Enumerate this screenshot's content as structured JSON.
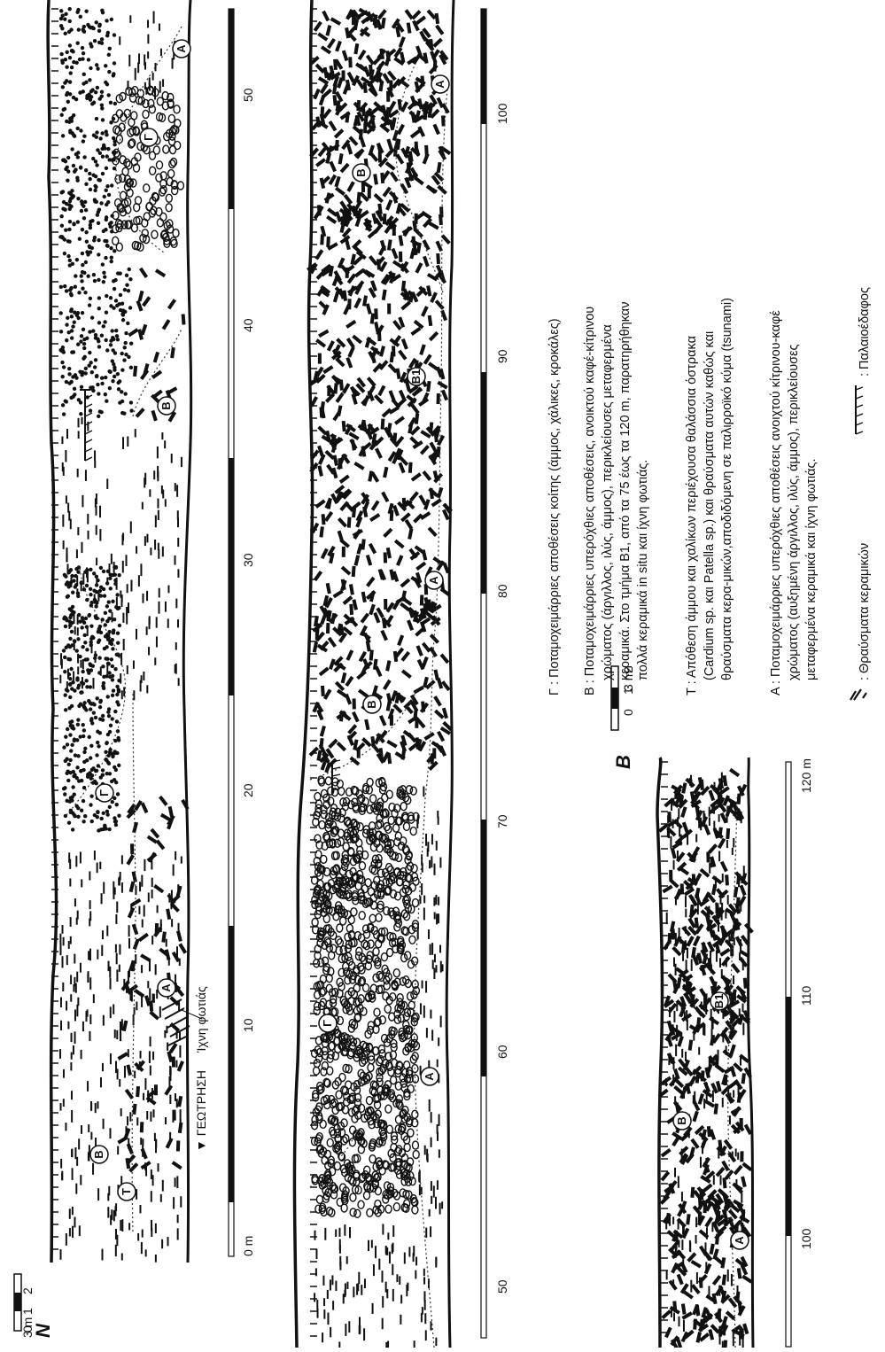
{
  "figure": {
    "panel_labels": {
      "north": "N",
      "b": "B"
    },
    "scale": {
      "vertical_top": {
        "unit_label": "3 m",
        "ticks": [
          "2",
          "1",
          "0"
        ]
      },
      "vertical_b": {
        "unit_label": "3 m",
        "ticks": [
          "2",
          "1",
          "0"
        ]
      }
    },
    "section_1": {
      "distance_ticks": [
        "0 m",
        "10",
        "20",
        "30",
        "40",
        "50"
      ],
      "annotations": {
        "sampling": "▼ ΓΕΩΤΡΗΣΗ",
        "fire": "Ίχνη φωτιάς"
      },
      "unit_markers": [
        {
          "code": "Τ"
        },
        {
          "code": "Β"
        },
        {
          "code": "Α"
        },
        {
          "code": "Γ"
        },
        {
          "code": "Β"
        },
        {
          "code": "Γ"
        },
        {
          "code": "Α"
        }
      ]
    },
    "section_2": {
      "distance_ticks": [
        "50",
        "60",
        "70",
        "80",
        "90",
        "100"
      ],
      "unit_markers": [
        {
          "code": "Γ"
        },
        {
          "code": "Α"
        },
        {
          "code": "Β"
        },
        {
          "code": "Α"
        },
        {
          "code": "Β1"
        },
        {
          "code": "Β"
        },
        {
          "code": "Α"
        }
      ]
    },
    "section_3": {
      "distance_ticks": [
        "100",
        "110",
        "120 m"
      ],
      "unit_markers": [
        {
          "code": "Α"
        },
        {
          "code": "Β"
        },
        {
          "code": "Β1"
        }
      ]
    }
  },
  "legend": {
    "gamma": "Γ : Ποταμοχειμάρριες αποθέσεις κοίτης (άμμος, χάλικες, κροκάλες)",
    "beta": [
      "Β : Ποταμοχειμάρριες υπερόχθιες αποθέσεις, ανοικτού καφέ-κίτρινου",
      "χρώματος (άργιλλος, ιλύς, άμμος), περικλείουσες μεταφερμένα",
      "κεραμικά. Στο τμήμα Β1, από τα 75 έως τα 120 m, παρατηρήθηκαν",
      "πολλά κεραμικά in situ και ίχνη φωτιάς."
    ],
    "tau": [
      "Τ : Απόθεση άμμου και χαλίκων περιέχουσα θαλάσσια όστρακα",
      "(Cardium sp. και Patella sp.) και θραύσματα αυτών καθώς και",
      "θραύσματα κερα-μικών,αποδιδόμενη σε παλιρροϊκό κύμα (tsunami)"
    ],
    "alpha": [
      "Α : Ποταμοχειμάρριες υπερόχθιες αποθέσεις ανοιχτού κίτρινου-καφέ",
      "χρώματος (αυξημένη άργιλλος, ιλύς, άμμος), περικλείουσες",
      "μεταφερμένα κεραμικά και ίχνη φωτιάς."
    ],
    "symbols": {
      "ceramics": ": Θραύσματα κεραμικών",
      "paleosurface": ": Παλαιοέδαφος"
    }
  }
}
